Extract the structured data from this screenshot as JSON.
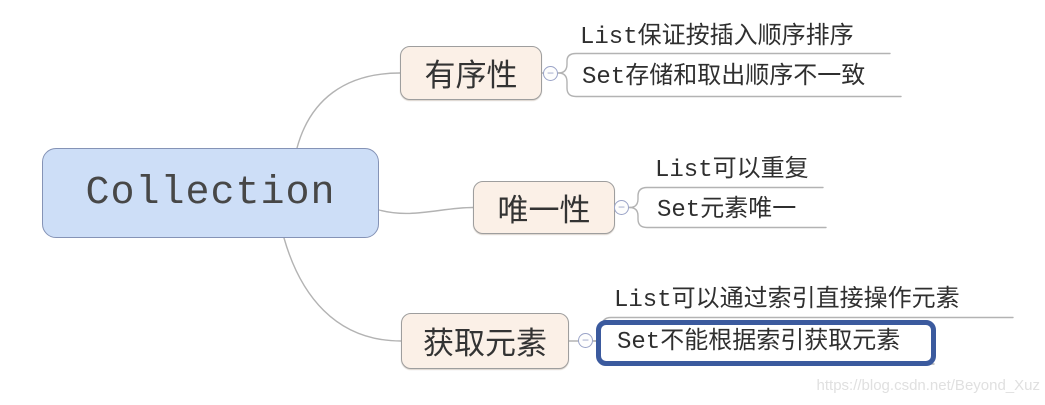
{
  "root": {
    "label": "Collection"
  },
  "branches": [
    {
      "label": "有序性",
      "children": [
        {
          "label": "List保证按插入顺序排序"
        },
        {
          "label": "Set存储和取出顺序不一致"
        }
      ]
    },
    {
      "label": "唯一性",
      "children": [
        {
          "label": "List可以重复"
        },
        {
          "label": "Set元素唯一"
        }
      ]
    },
    {
      "label": "获取元素",
      "children": [
        {
          "label": "List可以通过索引直接操作元素"
        },
        {
          "label": "Set不能根据索引获取元素",
          "highlighted": true
        }
      ]
    }
  ],
  "collapse_button": {
    "symbol": "−"
  },
  "watermark": {
    "text": "https://blog.csdn.net/Beyond_Xuz"
  },
  "colors": {
    "root_fill": "#cddef7",
    "root_border": "#8593b6",
    "branch_fill": "#fbf0e7",
    "branch_border": "#9e9e9e",
    "connector_line": "#b3b3b3",
    "highlight_border": "#3b5a9e",
    "collapse_button_border": "#9aa3c7",
    "topic_text": "#333333",
    "watermark_text": "#e0e0e0"
  }
}
